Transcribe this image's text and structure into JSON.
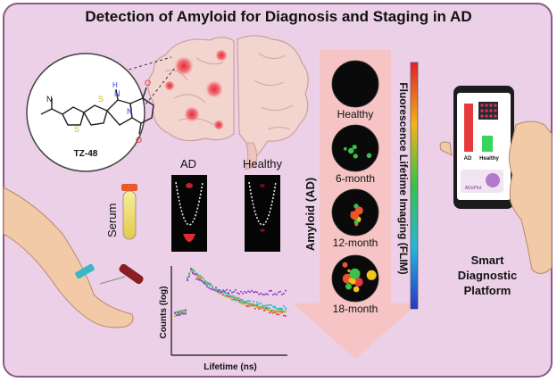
{
  "title": "Detection of Amyloid for Diagnosis and Staging in AD",
  "molecule": {
    "name": "TZ-48",
    "atoms": [
      "N",
      "S",
      "S",
      "N",
      "H",
      "N",
      "O",
      "O"
    ]
  },
  "probe_labels": {
    "ad": "AD",
    "healthy": "Healthy"
  },
  "serum_label": "Serum",
  "decay_plot": {
    "ylabel": "Counts (log)",
    "xlabel": "Lifetime (ns)"
  },
  "flim": {
    "arrow_label": "Amyloid (AD)",
    "side_label": "Fluorescence Lifetime Imaging (FLIM)",
    "stages": [
      {
        "label": "Healthy",
        "spots": 0
      },
      {
        "label": "6-month",
        "spots": 5
      },
      {
        "label": "12-month",
        "spots": 8
      },
      {
        "label": "18-month",
        "spots": 12
      }
    ]
  },
  "phone": {
    "bars": [
      {
        "label": "AD",
        "value": 1.0,
        "color": "#e83a3a"
      },
      {
        "label": "Healthy",
        "value": 0.25,
        "color": "#3bd35a"
      }
    ],
    "app_name": "ADoPlot"
  },
  "platform_label": [
    "Smart",
    "Diagnostic",
    "Platform"
  ],
  "colors": {
    "background": "#ecd0e8",
    "border": "#8a5a86",
    "arrow": "#f6c4c4",
    "brain": "#f3d5d0",
    "lesion": "#e8424a"
  }
}
